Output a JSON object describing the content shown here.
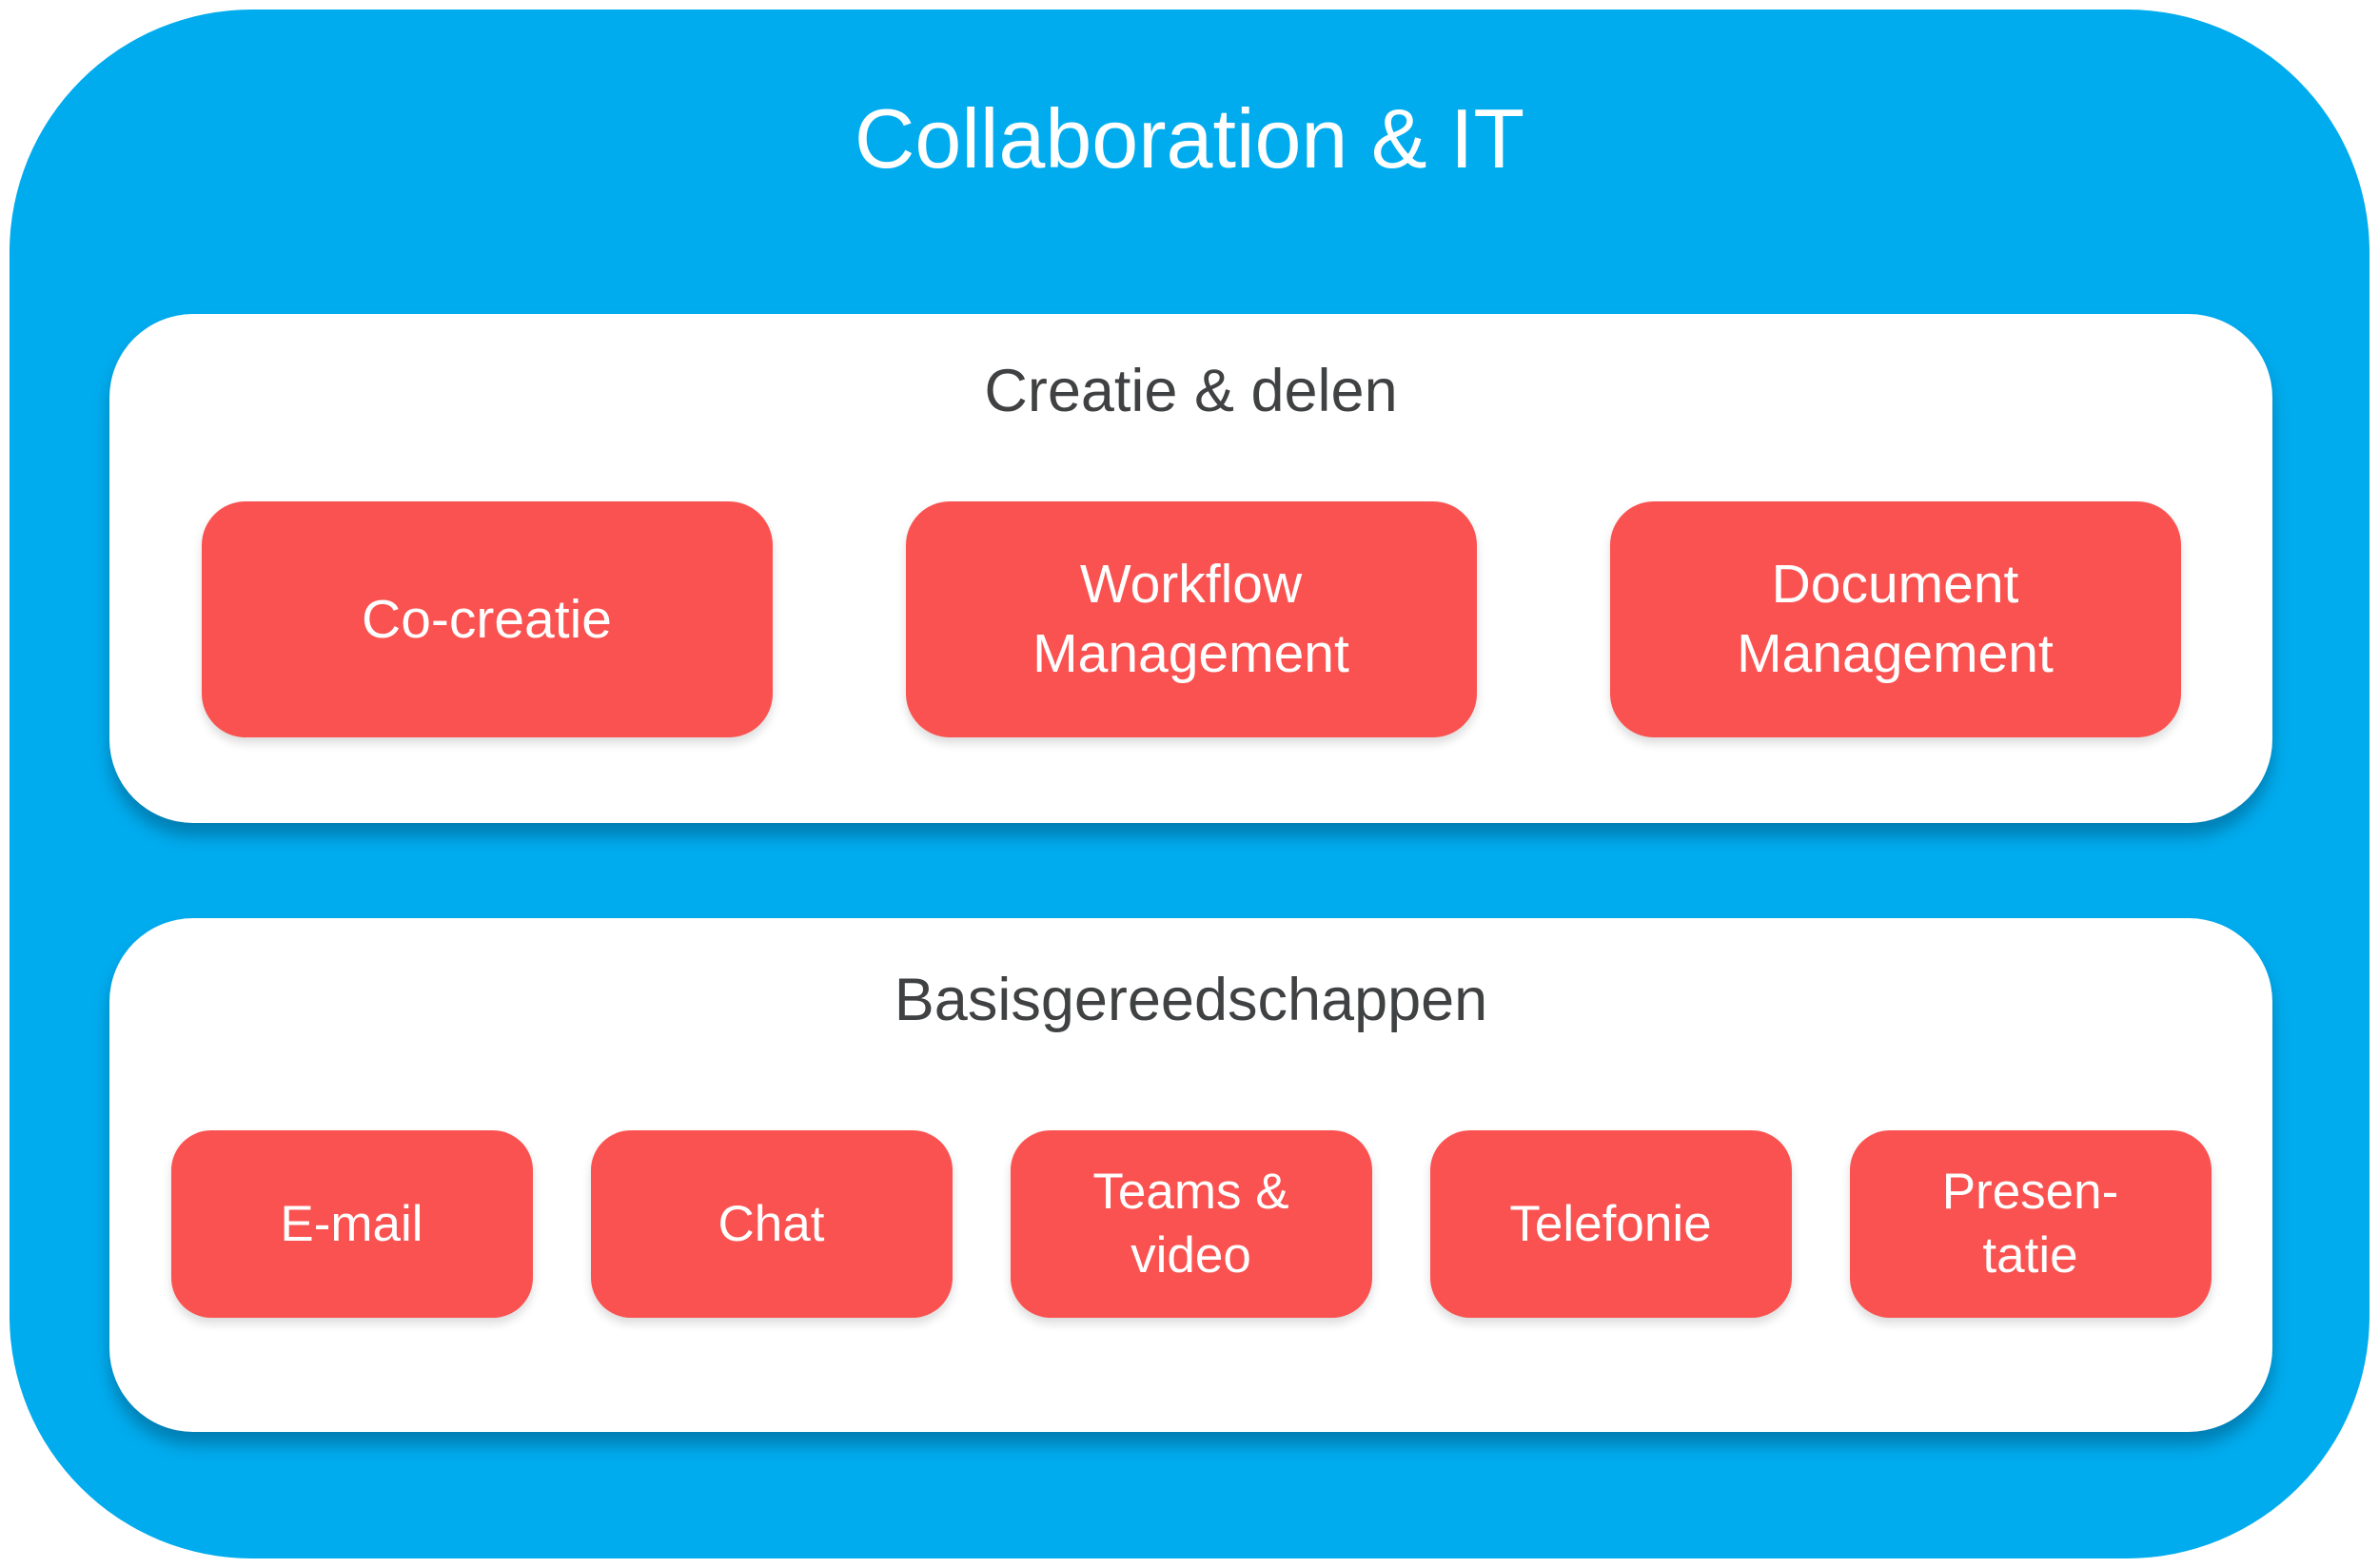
{
  "title": "Collaboration & IT",
  "sections": [
    {
      "id": "creatie-delen",
      "title": "Creatie & delen",
      "items": [
        {
          "label": "Co-creatie"
        },
        {
          "label": "Workflow\nManagement"
        },
        {
          "label": "Document\nManagement"
        }
      ]
    },
    {
      "id": "basisgereedschappen",
      "title": "Basisgereedschappen",
      "items": [
        {
          "label": "E-mail"
        },
        {
          "label": "Chat"
        },
        {
          "label": "Teams &\nvideo"
        },
        {
          "label": "Telefonie"
        },
        {
          "label": "Presen-\ntatie"
        }
      ]
    }
  ],
  "colors": {
    "board-bg": "#00ACEE",
    "panel-bg": "#FFFFFF",
    "item-bg": "#FA5250",
    "item-text": "#FFFFFF",
    "title-text": "#FFFFFF",
    "heading-text": "#3F4142"
  }
}
